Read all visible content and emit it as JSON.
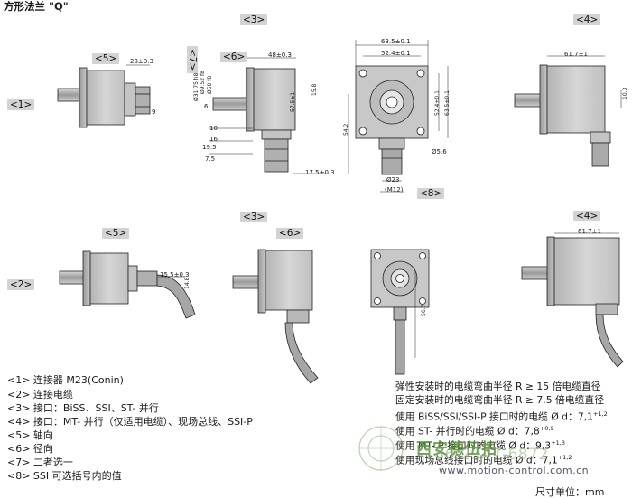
{
  "title": "方形法兰 \"Q\"",
  "tags": {
    "t1": "<1>",
    "t2": "<2>",
    "t3a": "<3>",
    "t3b": "<3>",
    "t4a": "<4>",
    "t4b": "<4>",
    "t5a": "<5>",
    "t5b": "<5>",
    "t6a": "<6>",
    "t6b": "<6>",
    "t7": "<7>",
    "t8": "<8>"
  },
  "dimensions": {
    "d23": "23±0.3",
    "d9": "9",
    "d48": "48±0.3",
    "d31": "Ø31.75 h8",
    "d6": "6",
    "d952": "Ø9.52 f8",
    "d50": "Ø50 f8",
    "d10": "10",
    "d16": "16",
    "d195": "19.5",
    "d75": "7.5",
    "d575": "57.5±1",
    "d158": "15.8",
    "d175": "17.5±0.3",
    "d635": "63.5±0.1",
    "d524": "52.4±0.1",
    "d524v": "52.4±0.1",
    "d635v": "63.5±0.1",
    "d542": "54.2",
    "d56": "Ø5.6",
    "d23c": "Ø23",
    "d12": "(M12)",
    "d617": "61.7±1",
    "d103": "10.3",
    "d155": "15.5±0.3",
    "d148": "14.8",
    "d567": "56.7",
    "d617b": "61.7±1"
  },
  "legend": [
    "<1> 连接器 M23(Conin)",
    "<2> 连接电缆",
    "<3> 接口：BiSS、SSI、ST- 并行",
    "<4> 接口：MT- 并行（仅适用电缆）、现场总线、SSI-P",
    "<5> 轴向",
    "<6> 径向",
    "<7> 二者选一",
    "<8> SSI 可选括号内的值"
  ],
  "notes": {
    "n1": "弹性安装时的电缆弯曲半径 R ≥ 15 倍电缆直径",
    "n2": "固定安装时的电缆弯曲半径 R ≥ 7.5 倍电缆直径",
    "n3": "使用 BiSS/SSI/SSI-P 接口时的电缆 Ø d：7,1",
    "n3sup": "+1,2",
    "n4": "使用 ST- 并行时的电缆 Ø d：7,8",
    "n4sup": "+0,9",
    "n5": "使用 MT- P 接口时的电缆 Ø d：9,3",
    "n5sup": "+1,3",
    "n6": "使用现场总线接口时的电缆 Ø d：7,1",
    "n6sup": "+1,2"
  },
  "watermark": {
    "company": "西安德伍拓",
    "phone": "186-2947-6872",
    "url": "www.motion-control.com.cn"
  },
  "unit": "尺寸单位：mm"
}
